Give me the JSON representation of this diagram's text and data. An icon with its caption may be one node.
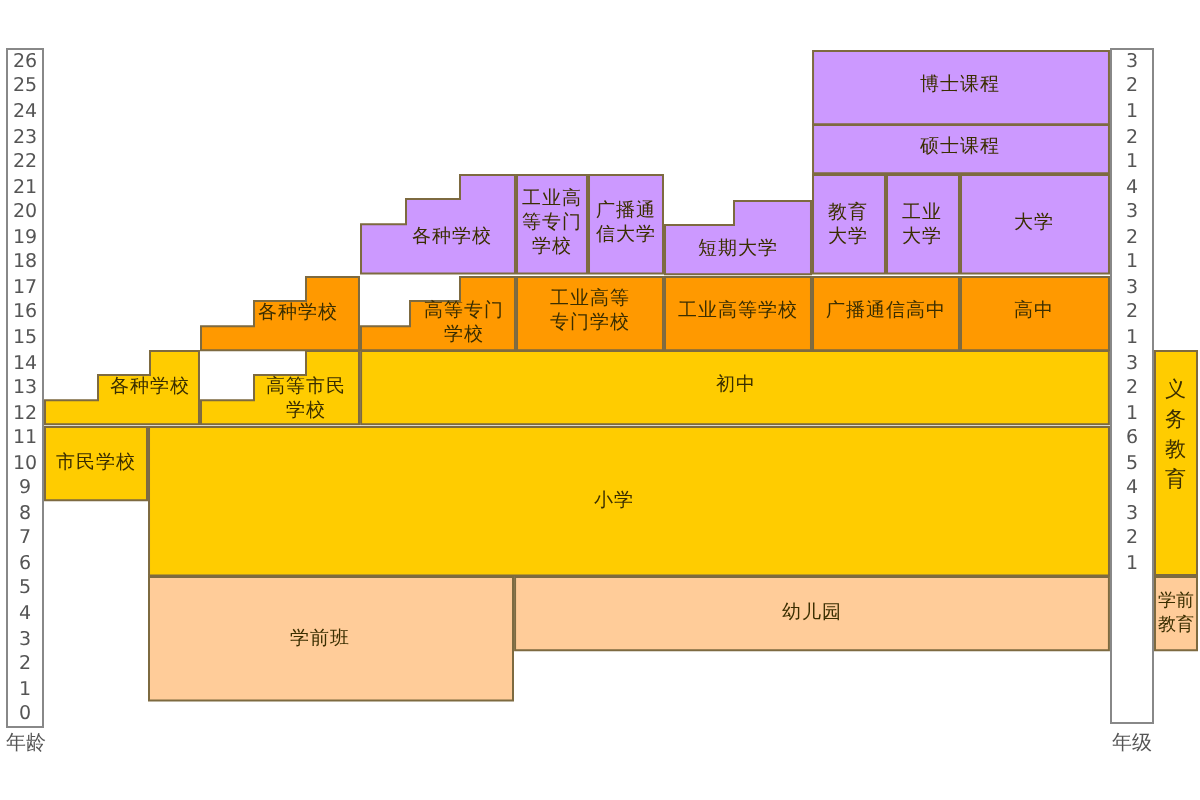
{
  "diagram": {
    "nodes": [
      {
        "text": [
          "博士课程"
        ]
      },
      {
        "text": [
          "硕士课程"
        ]
      },
      {
        "text": [
          "各种学校"
        ]
      },
      {
        "text": [
          "工业高等专门学校"
        ]
      },
      {
        "text": [
          "广播通信大学"
        ]
      },
      {
        "text": [
          "短期大学"
        ]
      },
      {
        "text": [
          "教育大学"
        ]
      },
      {
        "text": [
          "工业大学"
        ]
      },
      {
        "text": [
          "大学"
        ]
      },
      {
        "text": [
          "各种学校"
        ]
      },
      {
        "text": [
          "高等专门学校"
        ]
      },
      {
        "text": [
          "工业高等专门学校"
        ]
      },
      {
        "text": [
          "工业高等学校"
        ]
      },
      {
        "text": [
          "广播通信高中"
        ]
      },
      {
        "text": [
          "高中"
        ]
      },
      {
        "text": [
          "各种学校"
        ]
      },
      {
        "text": [
          "高等市民学校"
        ]
      },
      {
        "text": [
          "初中"
        ]
      },
      {
        "text": [
          "义务教育"
        ]
      },
      {
        "text": [
          "市民学校"
        ]
      },
      {
        "text": [
          "小学"
        ]
      },
      {
        "text": [
          "学前班"
        ]
      },
      {
        "text": [
          "幼儿园"
        ]
      },
      {
        "text": [
          "学前教育"
        ]
      }
    ],
    "labels": [
      "26",
      "25",
      "24",
      "23",
      "22",
      "21",
      "20",
      "19",
      "18",
      "17",
      "16",
      "15",
      "14",
      "13",
      "12",
      "11",
      "10",
      "9",
      "8",
      "7",
      "6",
      "5",
      "4",
      "3",
      "2",
      "1",
      "0",
      "年龄",
      "3",
      "2",
      "1",
      "2",
      "1",
      "4",
      "3",
      "2",
      "1",
      "3",
      "2",
      "1",
      "3",
      "2",
      "1",
      "6",
      "5",
      "4",
      "3",
      "2",
      "1",
      "年级"
    ]
  }
}
